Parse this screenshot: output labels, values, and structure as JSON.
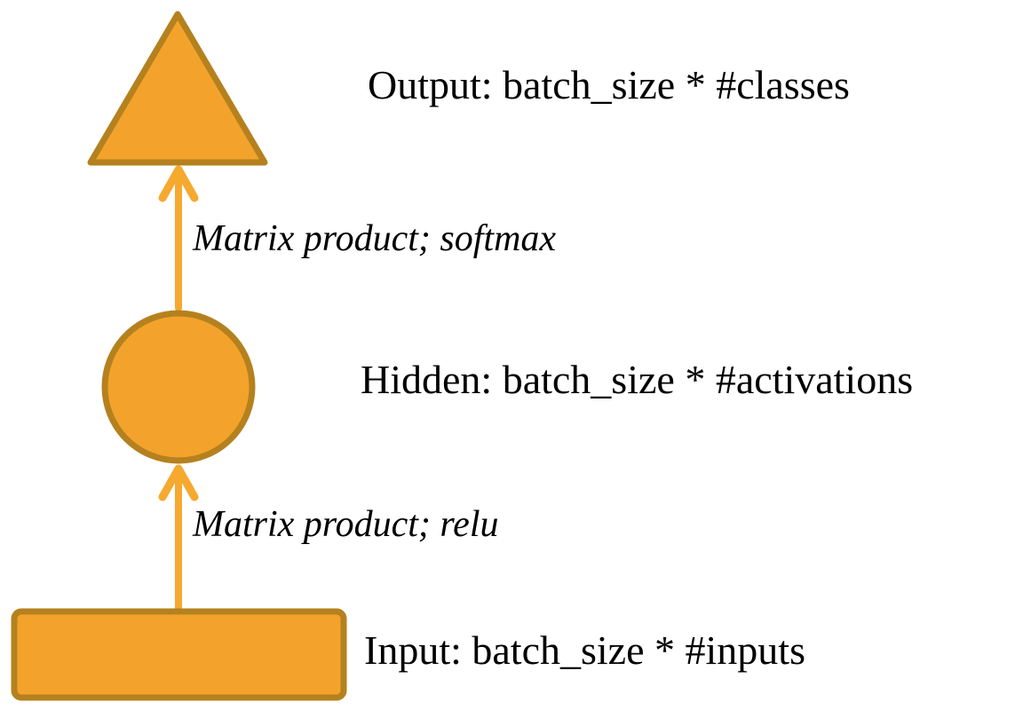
{
  "diagram": {
    "description": "Neural network layer flow diagram",
    "nodes": [
      {
        "id": "output",
        "shape": "triangle",
        "label": "Output: batch_size * #classes"
      },
      {
        "id": "hidden",
        "shape": "circle",
        "label": "Hidden: batch_size * #activations"
      },
      {
        "id": "input",
        "shape": "rectangle",
        "label": "Input: batch_size * #inputs"
      }
    ],
    "edges": [
      {
        "from": "hidden",
        "to": "output",
        "label": "Matrix product; softmax"
      },
      {
        "from": "input",
        "to": "hidden",
        "label": "Matrix product; relu"
      }
    ],
    "colors": {
      "node_fill": "#F3A32B",
      "node_stroke": "#B5811F",
      "arrow": "#F6A92F",
      "text": "#000000",
      "background": "#FFFFFF"
    }
  }
}
